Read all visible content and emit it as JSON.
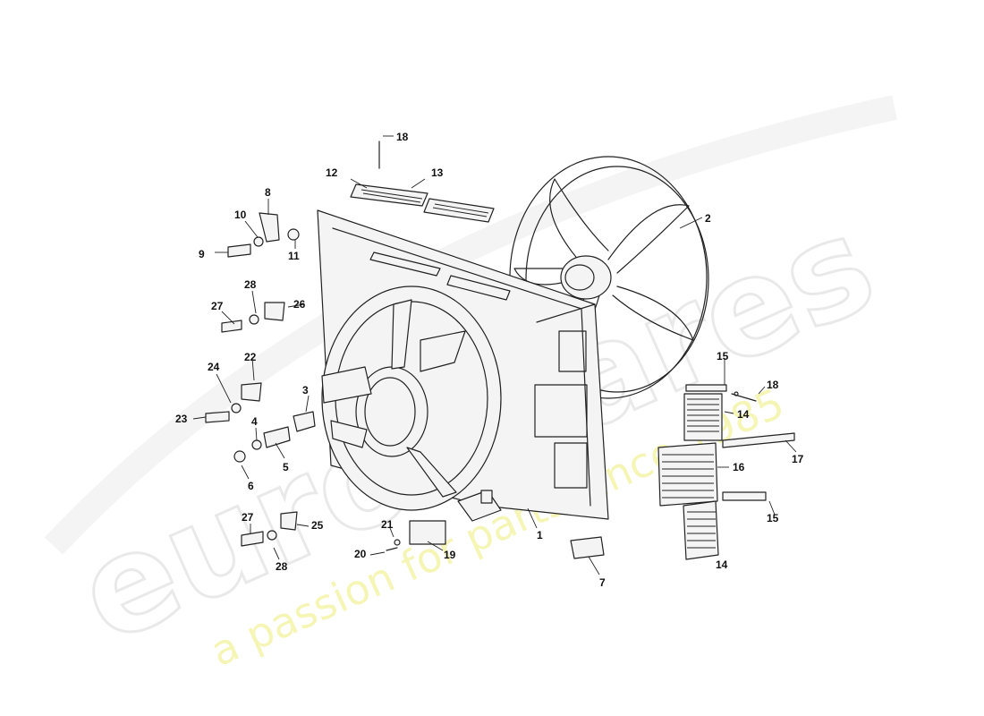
{
  "watermark": {
    "brand": "eurospares",
    "tagline": "a passion for parts since 1985",
    "tagline_color": "#eef07a",
    "brand_color": "#d8d8d8"
  },
  "callouts": [
    {
      "id": "c1",
      "label": "1"
    },
    {
      "id": "c2",
      "label": "2"
    },
    {
      "id": "c3",
      "label": "3"
    },
    {
      "id": "c4",
      "label": "4"
    },
    {
      "id": "c5",
      "label": "5"
    },
    {
      "id": "c6",
      "label": "6"
    },
    {
      "id": "c7",
      "label": "7"
    },
    {
      "id": "c8",
      "label": "8"
    },
    {
      "id": "c9",
      "label": "9"
    },
    {
      "id": "c10",
      "label": "10"
    },
    {
      "id": "c11",
      "label": "11"
    },
    {
      "id": "c12",
      "label": "12"
    },
    {
      "id": "c13",
      "label": "13"
    },
    {
      "id": "c14a",
      "label": "14"
    },
    {
      "id": "c14b",
      "label": "14"
    },
    {
      "id": "c15a",
      "label": "15"
    },
    {
      "id": "c15b",
      "label": "15"
    },
    {
      "id": "c16",
      "label": "16"
    },
    {
      "id": "c17",
      "label": "17"
    },
    {
      "id": "c18a",
      "label": "18"
    },
    {
      "id": "c18b",
      "label": "18"
    },
    {
      "id": "c19",
      "label": "19"
    },
    {
      "id": "c20",
      "label": "20"
    },
    {
      "id": "c21",
      "label": "21"
    },
    {
      "id": "c22",
      "label": "22"
    },
    {
      "id": "c23",
      "label": "23"
    },
    {
      "id": "c24",
      "label": "24"
    },
    {
      "id": "c25",
      "label": "25"
    },
    {
      "id": "c26",
      "label": "26"
    },
    {
      "id": "c27a",
      "label": "27"
    },
    {
      "id": "c27b",
      "label": "27"
    },
    {
      "id": "c28a",
      "label": "28"
    },
    {
      "id": "c28b",
      "label": "28"
    }
  ]
}
